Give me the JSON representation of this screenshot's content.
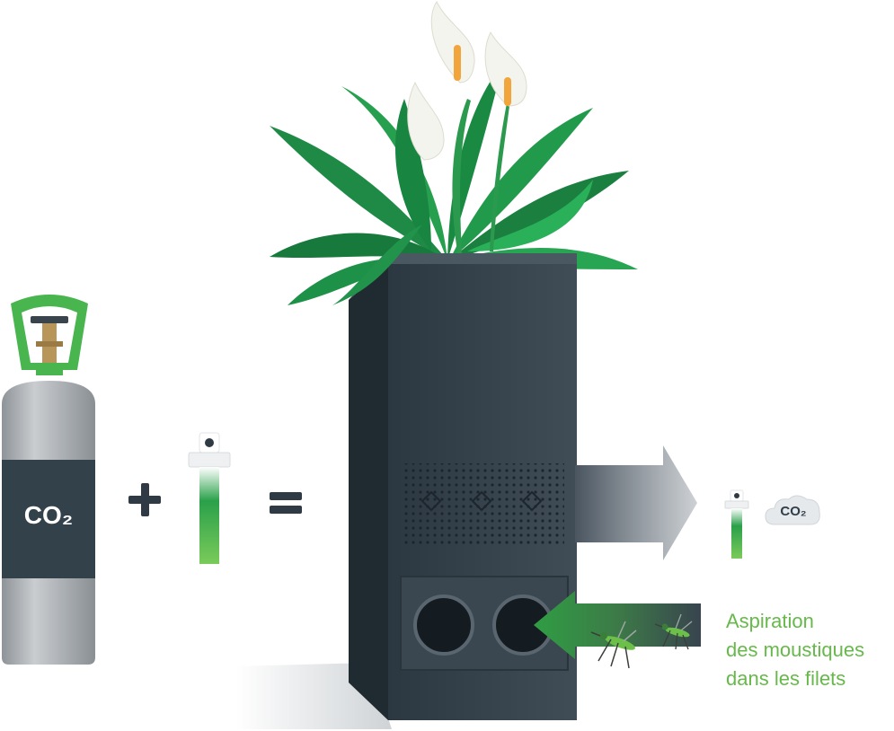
{
  "labels": {
    "cylinder_gas": "CO₂",
    "output_gas": "CO₂"
  },
  "caption": {
    "lines": [
      "Aspiration",
      "des moustiques",
      "dans les filets"
    ]
  },
  "colors": {
    "accent_green": "#66b94a",
    "trap_body": "#38444e",
    "cylinder_gray": "#a8adb1",
    "cylinder_label": "#33414b",
    "leaf_green": "#1f8a46"
  }
}
